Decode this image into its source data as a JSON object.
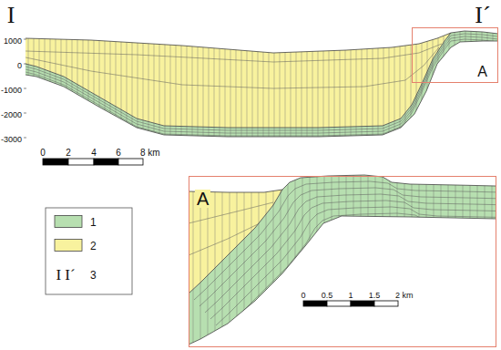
{
  "diagram": {
    "nodes": [
      {
        "text": [
          "A"
        ]
      },
      {
        "text": [
          "A"
        ]
      }
    ],
    "labels": [
      "I",
      "I´",
      "1000",
      "0",
      "-1000",
      "-2000",
      "-3000",
      "0",
      "2",
      "4",
      "6",
      "8 km",
      "0",
      "0.5",
      "1",
      "1.5",
      "2 km",
      "I I´"
    ],
    "legend": [
      {
        "text": "1",
        "color": "#b7dfb0"
      },
      {
        "text": "2",
        "color": "#f8f29e"
      },
      {
        "text": "3"
      }
    ]
  }
}
